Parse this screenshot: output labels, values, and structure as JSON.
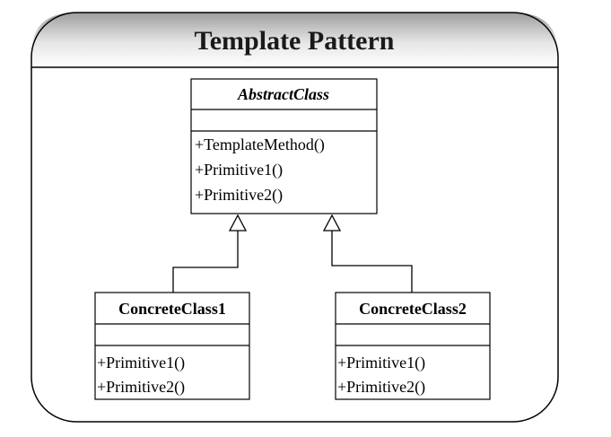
{
  "diagram": {
    "title": "Template Pattern",
    "abstract_class": {
      "name": "AbstractClass",
      "methods": [
        "+TemplateMethod()",
        "+Primitive1()",
        "+Primitive2()"
      ]
    },
    "concrete_classes": [
      {
        "name": "ConcreteClass1",
        "methods": [
          "+Primitive1()",
          "+Primitive2()"
        ]
      },
      {
        "name": "ConcreteClass2",
        "methods": [
          "+Primitive1()",
          "+Primitive2()"
        ]
      }
    ],
    "relationship": "generalization"
  },
  "colors": {
    "frame_gradient_top": "#9e9e9e",
    "frame_gradient_bottom": "#ffffff",
    "stroke": "#000000"
  }
}
